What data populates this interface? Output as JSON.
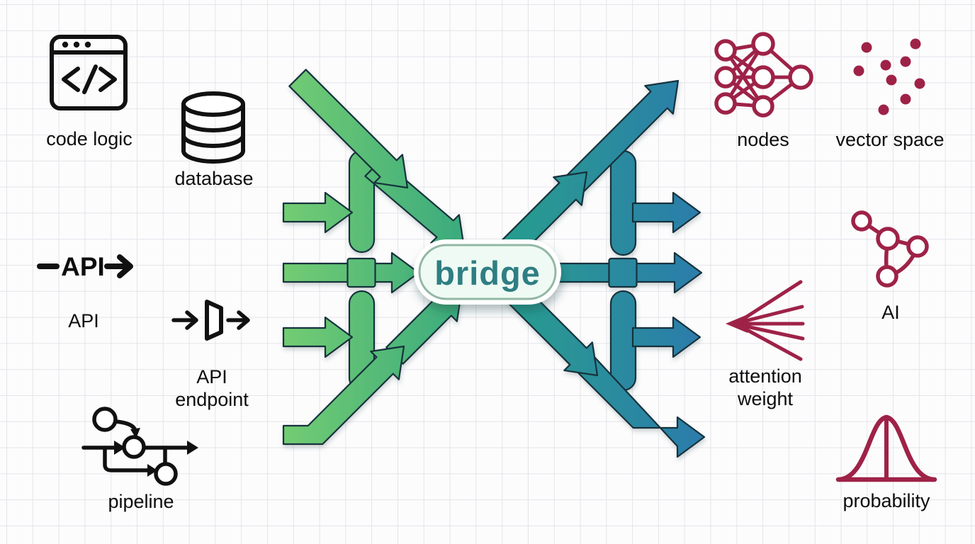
{
  "title": "bridge concept diagram",
  "bridge": {
    "label": "bridge",
    "text_color": "#2e7e83",
    "bubble_fill": "#eefaf3",
    "bubble_border": "#93b6a5"
  },
  "left_concepts": [
    {
      "label": "code logic",
      "icon": "browser-code-icon"
    },
    {
      "label": "database",
      "icon": "database-cylinder-icon"
    },
    {
      "label": "API",
      "icon": "api-dash-arrow-icon",
      "icon_text": "API"
    },
    {
      "label_lines": [
        "API",
        "endpoint"
      ],
      "icon": "arrow-door-arrow-icon"
    },
    {
      "label": "pipeline",
      "icon": "pipeline-flow-icon"
    }
  ],
  "right_concepts": [
    {
      "label": "nodes",
      "icon": "neural-network-icon"
    },
    {
      "label": "vector space",
      "icon": "scatter-dots-icon"
    },
    {
      "label": "AI",
      "icon": "graph-nodes-icon"
    },
    {
      "label_lines": [
        "attention",
        "weight"
      ],
      "icon": "attention-fan-icon"
    },
    {
      "label": "probability",
      "icon": "bell-curve-icon"
    }
  ],
  "colors": {
    "left_icon": "#111111",
    "right_icon": "#9e2247",
    "arrow_green_light": "#74cd72",
    "arrow_green_dark": "#35a77e",
    "arrow_teal": "#27a08b",
    "arrow_blue": "#2d7bac",
    "arrow_outline": "#18323c",
    "label_text": "#0d0d0d",
    "grid_line": "#e5e5ea",
    "background": "#fcfcfd"
  }
}
